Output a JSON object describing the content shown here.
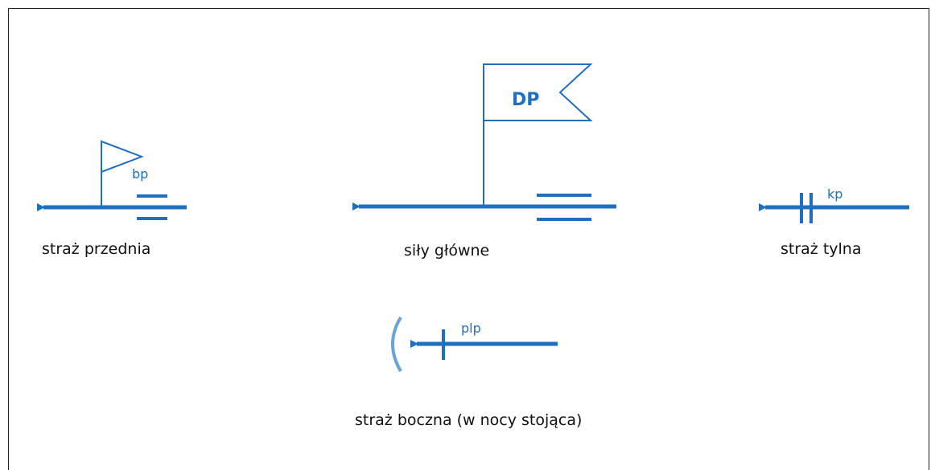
{
  "colors": {
    "symbol": "#1f6fc0",
    "bracket": "#6aa3dc",
    "text": "#111111"
  },
  "groups": {
    "vanguard": {
      "caption": "straż przednia",
      "tag": "bp"
    },
    "main_force": {
      "caption": "siły główne",
      "tag": "DP"
    },
    "rearguard": {
      "caption": "straż tylna",
      "tag": "kp"
    },
    "flank_guard": {
      "caption": "straż boczna (w nocy stojąca)",
      "tag": "plp"
    }
  }
}
